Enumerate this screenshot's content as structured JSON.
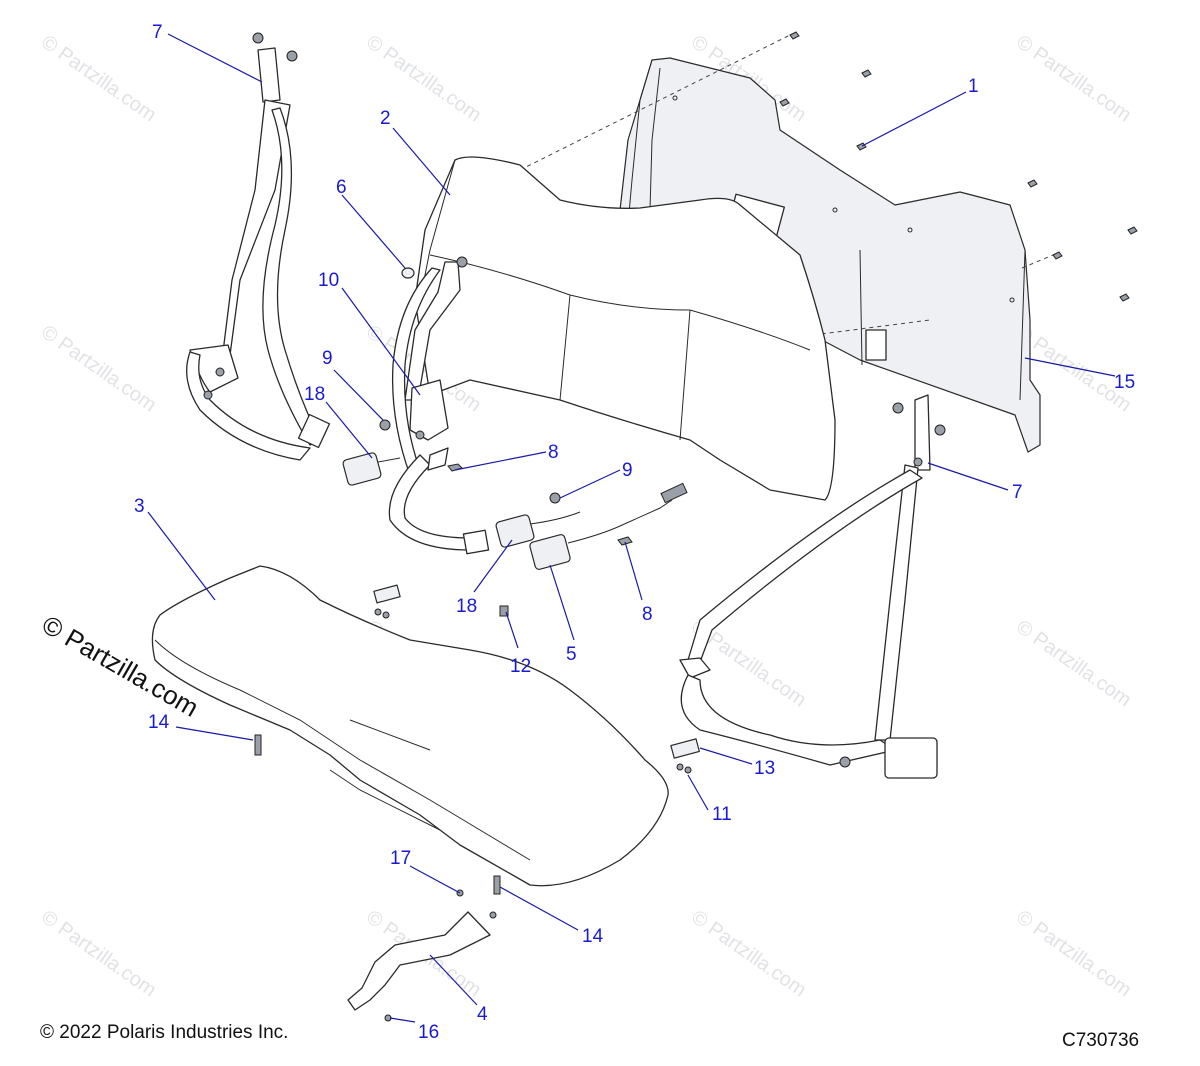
{
  "watermark": "© Partzilla.com",
  "copyright": "© 2022 Polaris Industries Inc.",
  "diagram_code": "C730736",
  "callouts": [
    {
      "id": "c1",
      "label": "1"
    },
    {
      "id": "c2",
      "label": "2"
    },
    {
      "id": "c3",
      "label": "3"
    },
    {
      "id": "c4",
      "label": "4"
    },
    {
      "id": "c5",
      "label": "5"
    },
    {
      "id": "c6",
      "label": "6"
    },
    {
      "id": "c7a",
      "label": "7"
    },
    {
      "id": "c7b",
      "label": "7"
    },
    {
      "id": "c8a",
      "label": "8"
    },
    {
      "id": "c8b",
      "label": "8"
    },
    {
      "id": "c9a",
      "label": "9"
    },
    {
      "id": "c9b",
      "label": "9"
    },
    {
      "id": "c10",
      "label": "10"
    },
    {
      "id": "c11",
      "label": "11"
    },
    {
      "id": "c12",
      "label": "12"
    },
    {
      "id": "c13",
      "label": "13"
    },
    {
      "id": "c14a",
      "label": "14"
    },
    {
      "id": "c14b",
      "label": "14"
    },
    {
      "id": "c15",
      "label": "15"
    },
    {
      "id": "c16",
      "label": "16"
    },
    {
      "id": "c17",
      "label": "17"
    },
    {
      "id": "c18a",
      "label": "18"
    },
    {
      "id": "c18b",
      "label": "18"
    }
  ]
}
